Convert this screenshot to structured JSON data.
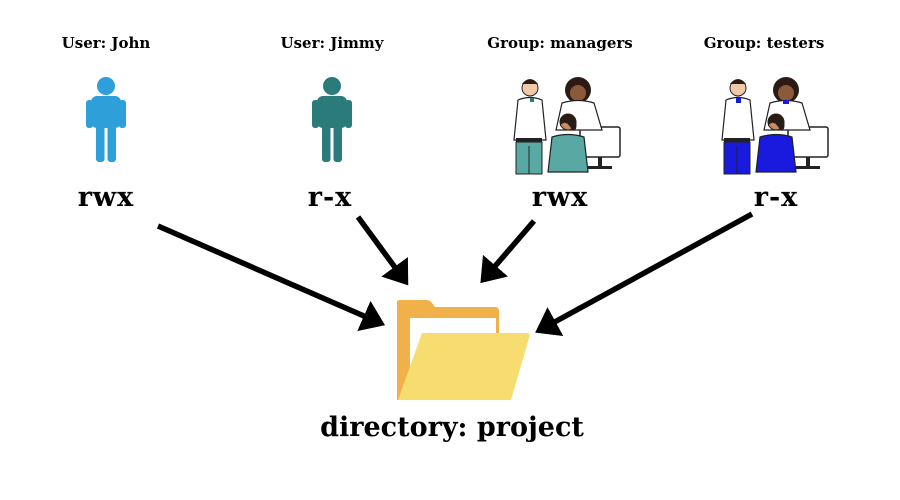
{
  "entities": [
    {
      "title": "User: John",
      "permissions": "rwx",
      "icon": "person-icon",
      "color": "#2e9fd9"
    },
    {
      "title": "User: Jimmy",
      "permissions": "r-x",
      "icon": "person-icon",
      "color": "#2a7b7a"
    },
    {
      "title": "Group: managers",
      "permissions": "rwx",
      "icon": "group-illustration",
      "color": "#5aa8a4"
    },
    {
      "title": "Group: testers",
      "permissions": "r-x",
      "icon": "group-illustration",
      "color": "#1a1adf"
    }
  ],
  "target": {
    "label": "directory: project",
    "icon": "folder-icon",
    "colors": {
      "back": "#f0b04a",
      "front": "#f7dc6f",
      "paper": "#ffffff"
    }
  },
  "arrow_color": "#000000"
}
